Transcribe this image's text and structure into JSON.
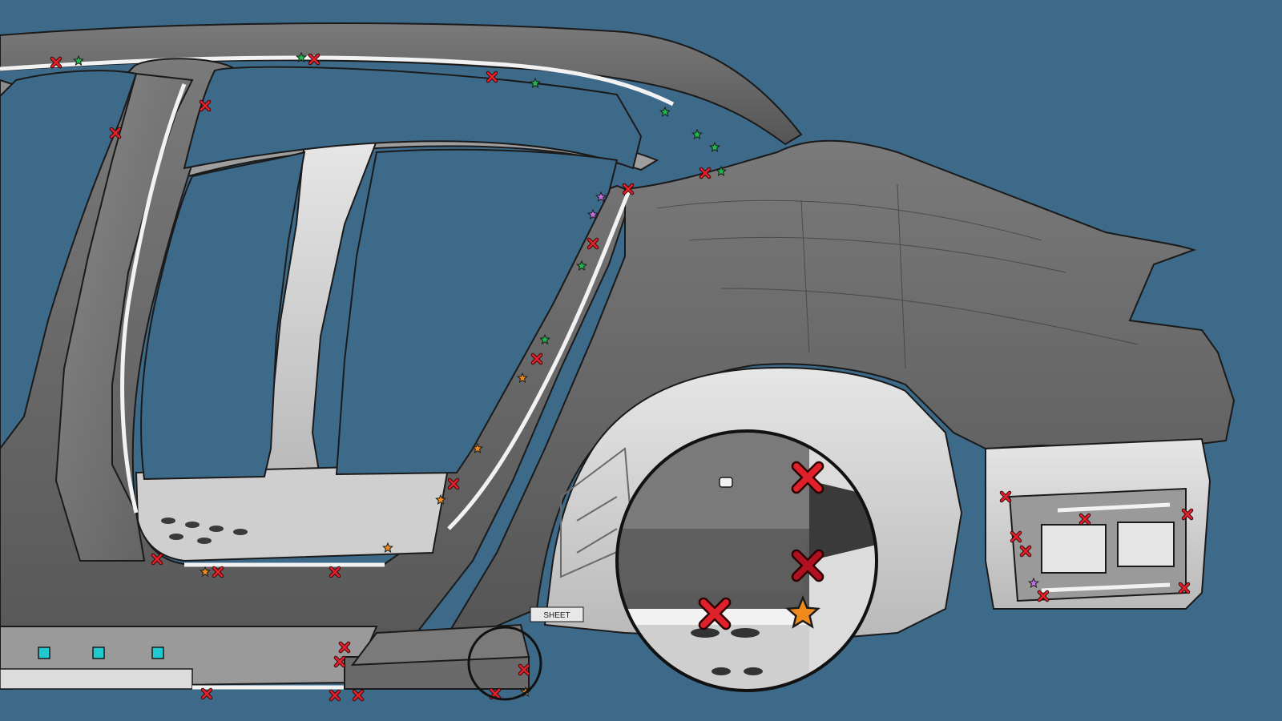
{
  "viewport": {
    "background": "#3e6a8a"
  },
  "colors": {
    "panel_dark": "#5e5e5e",
    "panel_mid": "#6f6f6f",
    "panel_light": "#9a9a9a",
    "inner_light": "#d9d9d9",
    "inner_mid": "#bdbdbd",
    "seam": "#f2f2f2",
    "outline": "#1a1a1a",
    "marker_red": "#e0202a",
    "marker_dark_red": "#b01020",
    "marker_orange": "#f08a1c",
    "marker_green": "#1fb84a",
    "marker_violet": "#c070e0",
    "marker_cyan": "#20c8d0"
  },
  "markers": {
    "legend": {
      "cross": "x-mark-icon",
      "star": "star-icon",
      "square": "square-icon"
    }
  },
  "zoom_inset": {
    "icon": "magnifier-callout-icon",
    "source_circle": "callout-source-circle",
    "detail_circle": "callout-detail-circle"
  },
  "part_label": {
    "text": "SHEET"
  }
}
